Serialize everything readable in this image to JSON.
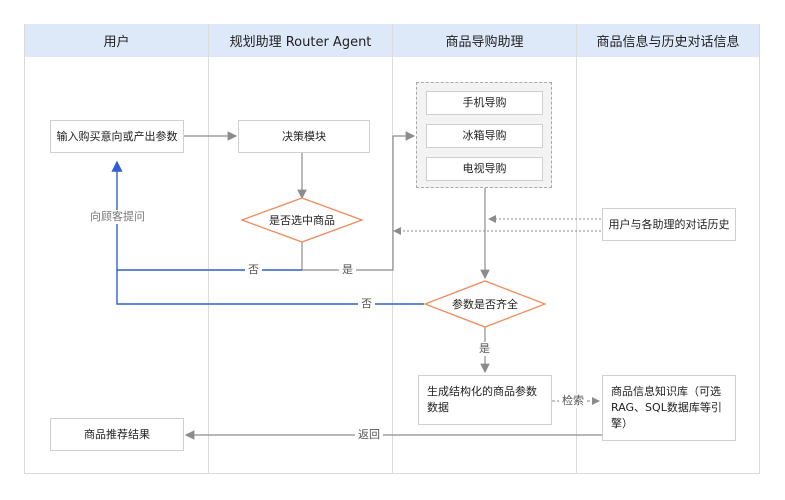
{
  "lanes": [
    "用户",
    "规划助理 Router Agent",
    "商品导购助理",
    "商品信息与历史对话信息"
  ],
  "nodes": {
    "input_intent": "输入购买意向或产出参数",
    "decision_module": "决策模块",
    "is_product_selected": "是否选中商品",
    "phone_guide": "手机导购",
    "fridge_guide": "冰箱导购",
    "tv_guide": "电视导购",
    "params_complete": "参数是否齐全",
    "structured_params": "生成结构化的商品参数数据",
    "history": "用户与各助理的对话历史",
    "knowledge_base": "商品信息知识库（可选RAG、SQL数据库等引擎）",
    "recommend_result": "商品推荐结果"
  },
  "edge_labels": {
    "ask_customer": "向顾客提问",
    "no_1": "否",
    "yes_1": "是",
    "no_2": "否",
    "yes_2": "是",
    "search": "检索",
    "return": "返回"
  },
  "colors": {
    "header_bg": "#dde8f8",
    "diamond": "#f08a5d",
    "blue_line": "#2f5fd0",
    "gray_line": "#8c8c8c"
  }
}
